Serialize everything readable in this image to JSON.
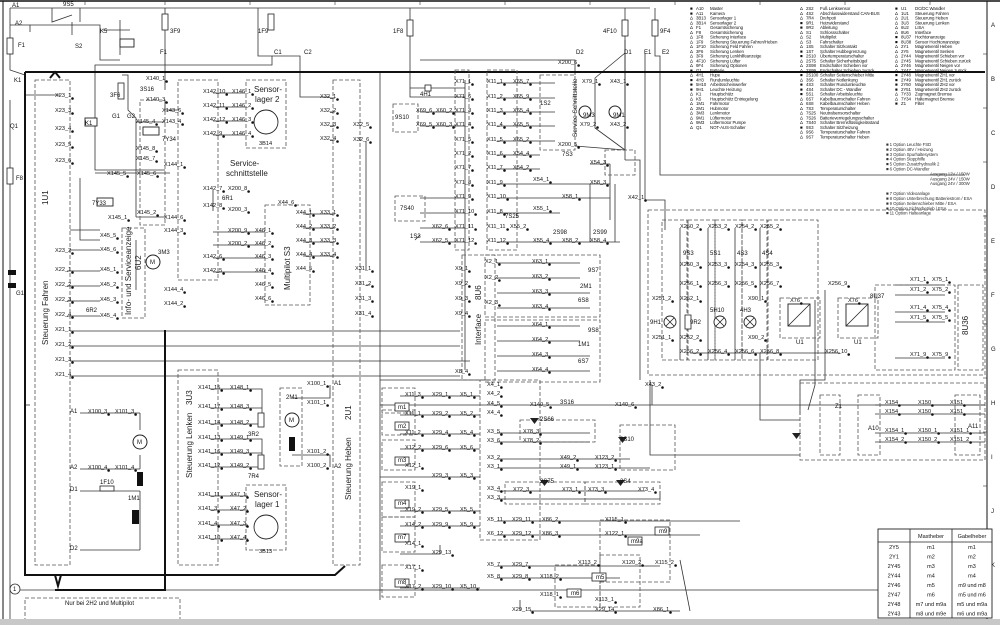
{
  "frame": {
    "row_letters": [
      "A",
      "B",
      "C",
      "D",
      "E",
      "F",
      "G",
      "H",
      "I",
      "J",
      "K"
    ],
    "potential_label": "1"
  },
  "blocks": {
    "steuerung_fahren": "Steuerung Fahren",
    "u1_1": "1U1",
    "info_service": "Info- und Serviceanzeige",
    "u6_2": "6U2",
    "service1_l1": "Service-",
    "service1_l2": "schnittstelle",
    "sensor2_l1": "Sensor-",
    "sensor2_l2": "lager 2",
    "b3_14": "3B14",
    "multipilot": "Multipilot S3",
    "steuerung_lenken": "Steuerung Lenken",
    "u3_3": "3U3",
    "sensor1_l1": "Sensor-",
    "sensor1_l2": "lager 1",
    "b3_13": "3B13",
    "steuerung_heben": "Steuerung Heben",
    "u2_1": "2U1",
    "interface": "Interface",
    "u8_6": "8U6",
    "service2": "Service Schnittstelle",
    "u8_36": "8U36",
    "nur_bei": "Nur bei 2H2 und Multipilot"
  },
  "labels": {
    "top": [
      "A1",
      "A2",
      "9S5",
      "K5",
      "S2",
      "F1",
      "K1",
      "Q1",
      "F8",
      "3F9",
      "F1",
      "1F9",
      "C1",
      "C2",
      "3F6",
      "3S16",
      "G1",
      "G2",
      "K1",
      "7Y34",
      "7Y33",
      "3M3",
      "6R2",
      "6R1",
      "1F8",
      "4H1",
      "4F10",
      "9F4",
      "D2",
      "D1",
      "E1",
      "E2",
      "G1"
    ],
    "left": [
      "X140_1",
      "X140_3",
      "X143_6",
      "X143_4",
      "X145_4",
      "X145_8",
      "X145_7",
      "X144_1",
      "X145_5",
      "X145_6",
      "X145_2",
      "X145_1",
      "X144_6",
      "X144_3",
      "X144_4",
      "X144_2",
      "X23_1",
      "X23_3",
      "X23_4",
      "X23_5",
      "X23_6",
      "X23_2",
      "X22_1",
      "X22_2",
      "X22_3",
      "X22_4",
      "X21_1",
      "X21_2",
      "X21_3",
      "X21_4",
      "X45_5",
      "X45_6",
      "X45_1",
      "X45_2",
      "X45_3",
      "X45_4",
      "X142_10",
      "X142_11",
      "X142_12",
      "X142_9",
      "X146_1",
      "X146_2",
      "X146_3",
      "X146_4",
      "X142_7",
      "X200_8",
      "X142_8",
      "X200_3",
      "X200_9",
      "X200_2",
      "X142_6",
      "X142_5",
      "X46_1",
      "X46_2",
      "X46_3",
      "X46_4",
      "X46_5",
      "X46_6",
      "X44_6",
      "X44_1",
      "X44_2",
      "X44_3",
      "X44_4",
      "X44_5",
      "X33_1",
      "X33_2",
      "X33_3",
      "X33_4",
      "X32_1",
      "X32_2",
      "X32_3",
      "X32_4",
      "X32_5",
      "X32_6",
      "X31_1",
      "X31_2",
      "X31_3",
      "X31_4"
    ],
    "mid": [
      "X71_1",
      "X71_6",
      "X71_3",
      "X71_4",
      "X71_5",
      "X71_2",
      "X71_7",
      "X71_8",
      "X71_9",
      "X71_10",
      "X71_11",
      "X71_12",
      "X69_6",
      "X69_5",
      "X60_2",
      "X60_3",
      "X62_6",
      "X62_5",
      "X9_1",
      "X9_2",
      "X9_3",
      "X9_4",
      "X11_1",
      "X11_2",
      "X11_3",
      "X11_4",
      "X11_5",
      "X11_6",
      "X11_7",
      "X11_9",
      "X11_10",
      "X11_8",
      "X11_11",
      "X11_12",
      "X65_7",
      "X65_9",
      "X65_4",
      "X65_5",
      "X65_2",
      "X54_4",
      "X54_2",
      "X54_1",
      "X54_3",
      "X58_3",
      "X58_1",
      "X55_1",
      "X55_2",
      "X55_4",
      "X58_2",
      "X58_4",
      "X200_6",
      "X79_1",
      "X43_1",
      "X79_2",
      "X43_2",
      "X200_5",
      "X42_1",
      "X2_1",
      "X2_2",
      "X2_3",
      "X63_1",
      "X63_2",
      "X63_3",
      "X63_4",
      "X64_1",
      "X64_2",
      "X64_3",
      "X64_4",
      "9S10",
      "7S40",
      "1S3",
      "1S2",
      "7S3",
      "7S25",
      "2S98",
      "2S99",
      "9M3",
      "9M1",
      "9S7",
      "2M1",
      "6S8",
      "9S8",
      "1M1",
      "6S7"
    ],
    "right": [
      "X250_2",
      "X253_2",
      "X254_2",
      "X255_2",
      "X250_3",
      "X253_3",
      "X254_3",
      "X255_3",
      "X256_1",
      "X256_3",
      "X256_5",
      "X256_7",
      "X251_2",
      "X252_1",
      "X90_1",
      "X251_1",
      "X252_2",
      "X90_2",
      "X256_2",
      "X256_4",
      "X256_6",
      "X256_8",
      "X256_9",
      "X256_10",
      "X71_1",
      "X71_2",
      "X71_4",
      "X71_5",
      "X71_9",
      "X75_1",
      "X75_2",
      "X75_4",
      "X75_5",
      "X75_9",
      "X43_2",
      "X140_6",
      "X140_5",
      "X154",
      "X150",
      "X151",
      "X154",
      "X150",
      "X151",
      "X154_1",
      "X150_1",
      "X151_1",
      "X154_2",
      "X150_2",
      "X151_2",
      "9S3",
      "5S1",
      "4S3",
      "4S4",
      "9H1",
      "9R2",
      "5H10",
      "4H3",
      "X76",
      "U1",
      "X76",
      "U1",
      "8U37",
      "Z1",
      "A10",
      "A11",
      "3S16"
    ],
    "bottom": [
      "X4_1",
      "X4_2",
      "X4_5",
      "X4_4",
      "X3_5",
      "X3_6",
      "X3_2",
      "X3_1",
      "X3_4",
      "X3_3",
      "X78_3",
      "X78_2",
      "X49_2",
      "X123_2",
      "X49_1",
      "X123_1",
      "X72_3",
      "X73_1",
      "X73_3",
      "X73_4",
      "X5_11",
      "X6_12",
      "X5_7",
      "X5_8",
      "X29_11",
      "X86_2",
      "X29_12",
      "X86_3",
      "X29_7",
      "X29_8",
      "X115_1",
      "X122_1",
      "X113_2",
      "X118_2",
      "X118_1",
      "X120_2",
      "X115_2",
      "X29_15",
      "X29_14",
      "X86_1",
      "X113_1",
      "X8_4",
      "X11_3",
      "X29_1",
      "X5_1",
      "X11_1",
      "X29_2",
      "X5_2",
      "X11_2",
      "X29_4",
      "X5_4",
      "X12_2",
      "X29_6",
      "X5_6",
      "X12_1",
      "X29_3",
      "X5_3",
      "X19_1",
      "X19_2",
      "X29_5",
      "X5_5",
      "X14_2",
      "X29_9",
      "X5_9",
      "X14_1",
      "X29_13",
      "X17_1",
      "X17_2",
      "X29_10",
      "X5_10",
      "2S66",
      "2S10",
      "2S75",
      "2S4",
      "m1",
      "m2",
      "m3",
      "m4",
      "m7",
      "m8",
      "m9",
      "m9a",
      "m5",
      "m6"
    ],
    "bottom_left": [
      "X100_3",
      "X101_3",
      "X100_4",
      "X101_4",
      "A1",
      "A2",
      "D1",
      "D2",
      "1F10",
      "1M1",
      "M",
      "X141_15",
      "X148_1",
      "X141_17",
      "X148_3",
      "X141_14",
      "X148_2",
      "X141_13",
      "X149_1",
      "X141_16",
      "X149_3",
      "X141_12",
      "X149_2",
      "X141_11",
      "X47_1",
      "X141_3",
      "X47_2",
      "X141_4",
      "X47_3",
      "X141_10",
      "X47_4",
      "3R2",
      "7R4",
      "2M1",
      "X100_1",
      "A1",
      "X101_1",
      "X101_2",
      "X100_2",
      "A2",
      "M",
      "M"
    ]
  },
  "legend": {
    "col1": [
      [
        "■",
        "A10",
        "Master"
      ],
      [
        "■",
        "A11",
        "Kamera"
      ],
      [
        "Δ",
        "3B13",
        "Sensorlager 1"
      ],
      [
        "Δ",
        "3B14",
        "Sensorlager 2"
      ],
      [
        "Δ",
        "F1",
        "Gesamtsicherung"
      ],
      [
        "Δ",
        "F8",
        "Gesamtsicherung"
      ],
      [
        "Δ",
        "1F8",
        "Sicherung Interface"
      ],
      [
        "Δ",
        "1F9",
        "Sicherung Steuerung Fahren/Heben"
      ],
      [
        "Δ",
        "1F10",
        "Sicherung Feld Fahren"
      ],
      [
        "Δ",
        "3F6",
        "Sicherung Lenken"
      ],
      [
        "Δ",
        "3F9",
        "Sicherung Lenkhilfeanzeige"
      ],
      [
        "Δ",
        "4F10",
        "Sicherung Lüfter"
      ],
      [
        "Δ",
        "9F4",
        "Sicherung Optionen"
      ],
      [
        "■",
        "G1",
        "Batterie"
      ],
      [
        "Δ",
        "4H1",
        "Hupe"
      ],
      [
        "■",
        "4H3",
        "Rundumleuchte"
      ],
      [
        "■",
        "5H10",
        "Arbeitsscheinwerfer"
      ],
      [
        "■",
        "9H1",
        "Leuchte Heizung"
      ],
      [
        "Δ",
        "K1",
        "Hauptschütz"
      ],
      [
        "Δ",
        "K5",
        "Hauptschütz Entriegelung"
      ],
      [
        "Δ",
        "1M1",
        "Fahrmotor"
      ],
      [
        "Δ",
        "2M1",
        "Hubmotor"
      ],
      [
        "Δ",
        "3M3",
        "Lenkmotor"
      ],
      [
        "Δ",
        "9M1",
        "Lüftermotor"
      ],
      [
        "Δ",
        "9M3",
        "Lüftermotor Pumpe"
      ],
      [
        "Δ",
        "Q1",
        "NOT-AUS-Schalter"
      ]
    ],
    "col2": [
      [
        "Δ",
        "2S2",
        "Fuß Lenksensor"
      ],
      [
        "Δ",
        "4S2",
        "Abschlusswiderstand CAN-BUS"
      ],
      [
        "Δ",
        "7R4",
        "Drehpoti"
      ],
      [
        "■",
        "9R1",
        "Heizwiderstand"
      ],
      [
        "■",
        "9R2",
        "Ableitung"
      ],
      [
        "Δ",
        "S1",
        "Schlossschalter"
      ],
      [
        "Δ",
        "S2",
        "Multipilot"
      ],
      [
        "Δ",
        "S3",
        "Fahrschalter"
      ],
      [
        "Δ",
        "1S5",
        "Schalter Sitzkontakt"
      ],
      [
        "■",
        "1S7",
        "Schalter Hubbegrenzung"
      ],
      [
        "■",
        "2S10",
        "Übertemperaturschalter"
      ],
      [
        "Δ",
        "2S75",
        "Schalter Sicherheitsbügel"
      ],
      [
        "Δ",
        "2S98",
        "Endschalter Schieben vor"
      ],
      [
        "Δ",
        "2S99",
        "Endschalter Schieben zurück"
      ],
      [
        "■",
        "2S100",
        "Schalter Seitenschieber Mitte"
      ],
      [
        "Δ",
        "3S6",
        "Schalter Notlenkung"
      ],
      [
        "■",
        "4S3",
        "Schalter Rundumleuchte"
      ],
      [
        "■",
        "4S4",
        "Schalter DC - Wandler"
      ],
      [
        "■",
        "5S1",
        "Schalter Arbeitsleuchte"
      ],
      [
        "Δ",
        "6S7",
        "Kabelbaumschalter Fahren"
      ],
      [
        "Δ",
        "6S8",
        "Kabelbaumschalter Heben"
      ],
      [
        "Δ",
        "7S3",
        "Temperaturschalter"
      ],
      [
        "Δ",
        "7S25",
        "Neutralsensorschalter"
      ],
      [
        "Δ",
        "7S26",
        "Batterieverriegelungsschalter"
      ],
      [
        "Δ",
        "7S40",
        "Schalter Bremsflüssigkeitsstand"
      ],
      [
        "■",
        "9S3",
        "Schalter Sitzheizung"
      ],
      [
        "Δ",
        "9S6",
        "Temperaturschalter Fahren"
      ],
      [
        "Δ",
        "9S7",
        "Temperaturschalter Heben"
      ]
    ],
    "col3": [
      [
        "■",
        "U1",
        "DC/DC Wandler"
      ],
      [
        "Δ",
        "1U1",
        "Steuerung Fahren"
      ],
      [
        "Δ",
        "2U1",
        "Steuerung Heben"
      ],
      [
        "Δ",
        "3U3",
        "Steuerung Lenken"
      ],
      [
        "Δ",
        "6U2",
        "LISA"
      ],
      [
        "Δ",
        "8U6",
        "Interface"
      ],
      [
        "■",
        "8U37",
        "Hochtonanzeige"
      ],
      [
        "■",
        "8U38",
        "Sensor Hochtonanzeige"
      ],
      [
        "Δ",
        "2Y1",
        "Magnetventil Heben"
      ],
      [
        "Δ",
        "2Y5",
        "Magnetventil Senken"
      ],
      [
        "Δ",
        "2Y44",
        "Magnetventil Schieben vor"
      ],
      [
        "Δ",
        "2Y45",
        "Magnetventil Schieben zurück"
      ],
      [
        "Δ",
        "2Y46",
        "Magnetventil Neigen vor"
      ],
      [
        "Δ",
        "2Y47",
        "Magnetventil Neigen zurück"
      ],
      [
        "■",
        "2Y48",
        "Magnetventil ZH1 vor"
      ],
      [
        "■",
        "2Y49",
        "Magnetventil ZH1 zurück"
      ],
      [
        "■",
        "2Y50",
        "Magnetventil ZH2 vor"
      ],
      [
        "■",
        "2Y51",
        "Magnetventil ZH2 zurück"
      ],
      [
        "Δ",
        "7Y33",
        "Zugmagnet Bremse"
      ],
      [
        "Δ",
        "7Y34",
        "Haltemagnet Bremse"
      ],
      [
        "■",
        "Z1",
        "Filter"
      ]
    ],
    "options": [
      "■ 1 Option Leuchte FSD",
      "■ 2 Option 48V / Heizung",
      "■ 3 Option Spurhaltesystem",
      "■ 4 Option Stopphilfe",
      "■ 5 Option Zusatzhydraulik 2",
      "■ 6 Option DC-Wandler",
      "Ausgang 12V / 150W",
      "Ausgang 24V / 150W",
      "Ausgang 24V / 300W",
      "■ 7 Option Videoanlage",
      "■ 8 Option Unterbrechung Batteriestrom / ESA",
      "■ 9 Option Seitenschieber Mitte / ESA",
      "■ 10 Option Sichterbetrieb / ESA",
      "■ 11 Option Halteanlage"
    ]
  },
  "table": {
    "headers": [
      "",
      "Mastheber",
      "Gabelheber"
    ],
    "rows": [
      [
        "2Y5",
        "m1",
        "m1"
      ],
      [
        "2Y1",
        "m2",
        "m2"
      ],
      [
        "2Y45",
        "m3",
        "m3"
      ],
      [
        "2Y44",
        "m4",
        "m4"
      ],
      [
        "2Y46",
        "m5",
        "m9 und m8"
      ],
      [
        "2Y47",
        "m6",
        "m5 und m6"
      ],
      [
        "2Y48",
        "m7 und m9a",
        "m5 und m9a"
      ],
      [
        "2Y43",
        "m8 und m9e",
        "m6 und m9a"
      ]
    ]
  }
}
